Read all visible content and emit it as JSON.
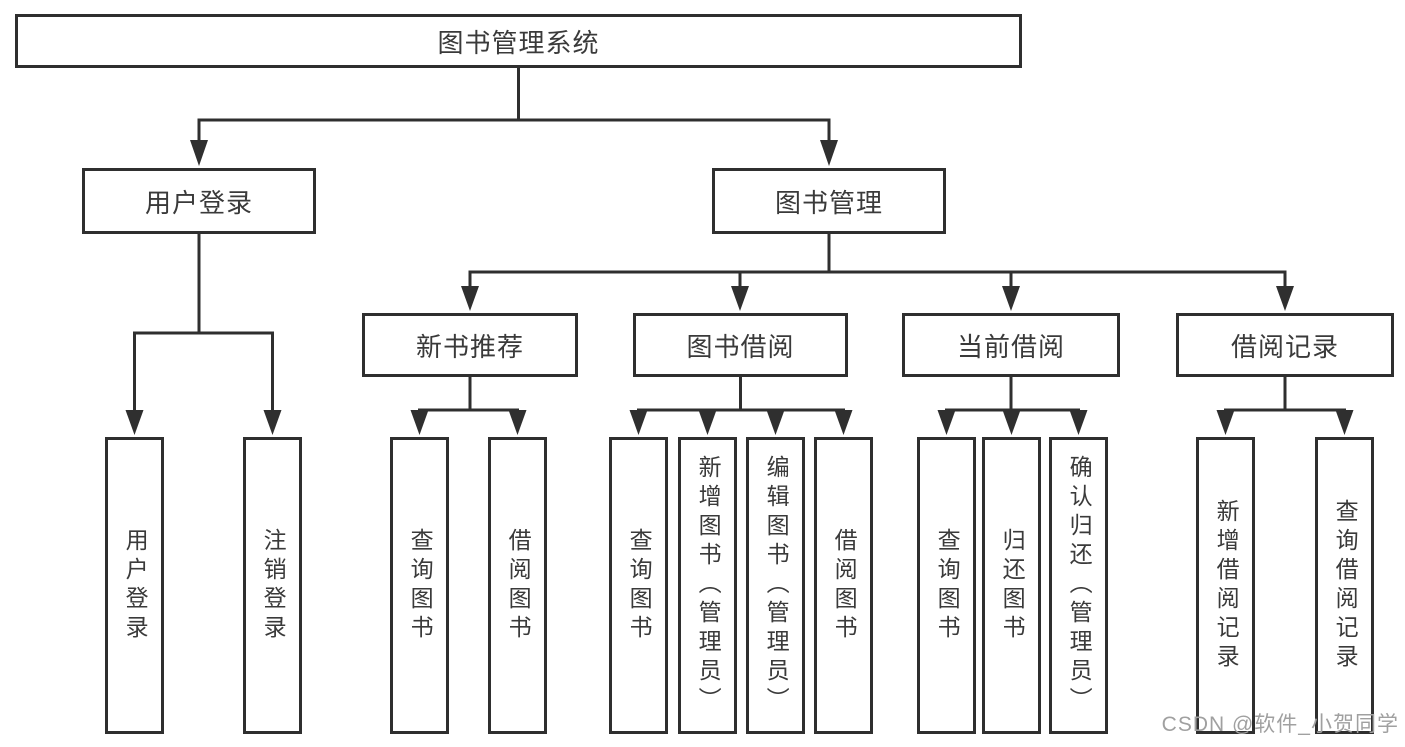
{
  "diagram": {
    "title": "图书管理系统",
    "root": {
      "label": "图书管理系统"
    },
    "level2": [
      {
        "label": "用户登录"
      },
      {
        "label": "图书管理"
      }
    ],
    "level3": [
      {
        "label": "新书推荐"
      },
      {
        "label": "图书借阅"
      },
      {
        "label": "当前借阅"
      },
      {
        "label": "借阅记录"
      }
    ],
    "leaves": {
      "login": [
        {
          "label": "用户登录"
        },
        {
          "label": "注销登录"
        }
      ],
      "newbook": [
        {
          "label": "查询图书"
        },
        {
          "label": "借阅图书"
        }
      ],
      "borrow": [
        {
          "label": "查询图书"
        },
        {
          "label": "新增图书（管理员）"
        },
        {
          "label": "编辑图书（管理员）"
        },
        {
          "label": "借阅图书"
        }
      ],
      "current": [
        {
          "label": "查询图书"
        },
        {
          "label": "归还图书"
        },
        {
          "label": "确认归还（管理员）"
        }
      ],
      "records": [
        {
          "label": "新增借阅记录"
        },
        {
          "label": "查询借阅记录"
        }
      ]
    },
    "watermark": "CSDN @软件_小贺同学",
    "colors": {
      "stroke": "#2f2f2f",
      "text": "#3a3a3a",
      "watermark": "#a0a0a0",
      "background": "#ffffff"
    }
  }
}
